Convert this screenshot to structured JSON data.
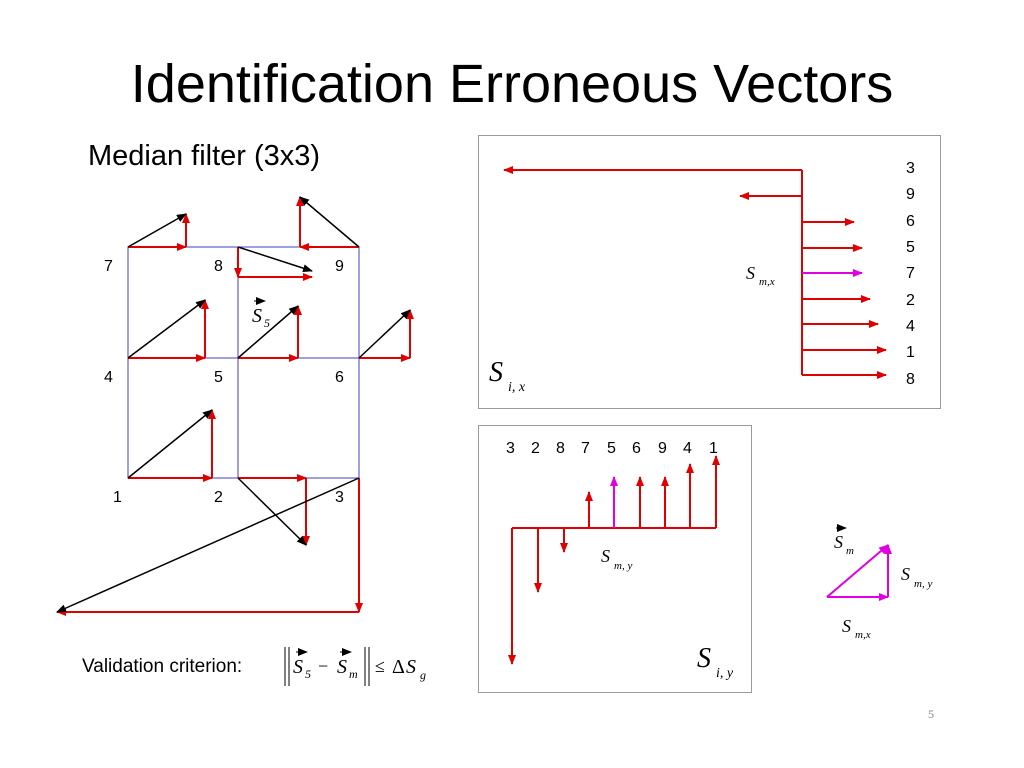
{
  "title": "Identification Erroneous Vectors",
  "subtitle": "Median filter (3x3)",
  "grid_labels": [
    "7",
    "8",
    "9",
    "4",
    "5",
    "6",
    "1",
    "2",
    "3"
  ],
  "s5_label": {
    "symbol": "S",
    "subscript": "5"
  },
  "panel_x": {
    "values": [
      "3",
      "9",
      "6",
      "5",
      "7",
      "2",
      "4",
      "1",
      "8"
    ],
    "median_label": {
      "symbol": "S",
      "subscript": "m,x"
    },
    "series_label": {
      "symbol": "S",
      "subscript": "i, x"
    }
  },
  "panel_y": {
    "values": [
      "3",
      "2",
      "8",
      "7",
      "5",
      "6",
      "9",
      "4",
      "1"
    ],
    "median_label": {
      "symbol": "S",
      "subscript": "m, y"
    },
    "series_label": {
      "symbol": "S",
      "subscript": "i, y"
    }
  },
  "median_triangle": {
    "vector_label": {
      "symbol": "S",
      "subscript": "m"
    },
    "y_label": {
      "symbol": "S",
      "subscript": "m, y"
    },
    "x_label": {
      "symbol": "S",
      "subscript": "m,x"
    }
  },
  "validation": {
    "label": "Validation criterion:",
    "formula": {
      "a": "S",
      "a_sub": "5",
      "minus": "−",
      "b": "S",
      "b_sub": "m",
      "leq": "≤",
      "delta": "Δ",
      "c": "S",
      "c_sub": "g"
    }
  },
  "page_number": "5",
  "colors": {
    "red": "#e00000",
    "magenta": "#e000e0",
    "grid": "#4040c0",
    "black": "#000000"
  }
}
